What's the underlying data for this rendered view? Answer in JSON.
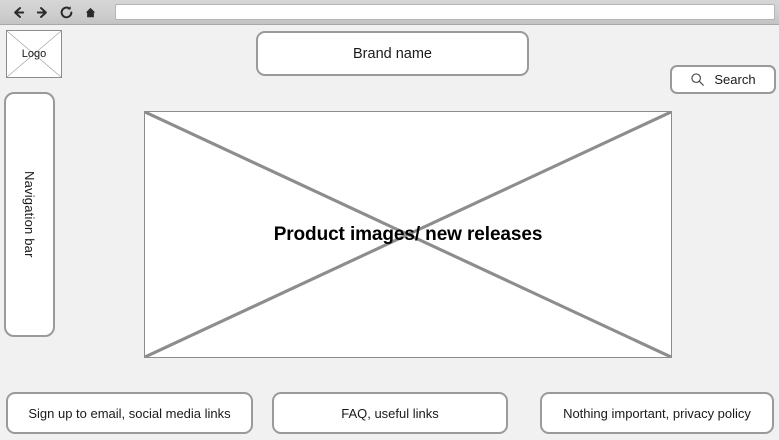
{
  "browser": {
    "back_icon": "back-arrow-icon",
    "forward_icon": "forward-arrow-icon",
    "reload_icon": "reload-icon",
    "home_icon": "home-icon",
    "address_value": "",
    "address_placeholder": ""
  },
  "header": {
    "logo_label": "Logo",
    "brand_name": "Brand name",
    "search_label": "Search",
    "search_icon": "search-icon"
  },
  "sidebar": {
    "label": "Navigation bar"
  },
  "main": {
    "hero_label": "Product images/ new releases"
  },
  "footer": {
    "columns": [
      {
        "label": "Sign up to email, social media links"
      },
      {
        "label": "FAQ, useful links"
      },
      {
        "label": "Nothing important, privacy policy"
      }
    ]
  },
  "colors": {
    "page_background": "#f1f1f1",
    "toolbar_background": "#cfcfcf",
    "box_border": "#9a9a9a",
    "box_fill": "#ffffff",
    "image_border": "#8d8d8d",
    "text": "#1a1a1a"
  }
}
